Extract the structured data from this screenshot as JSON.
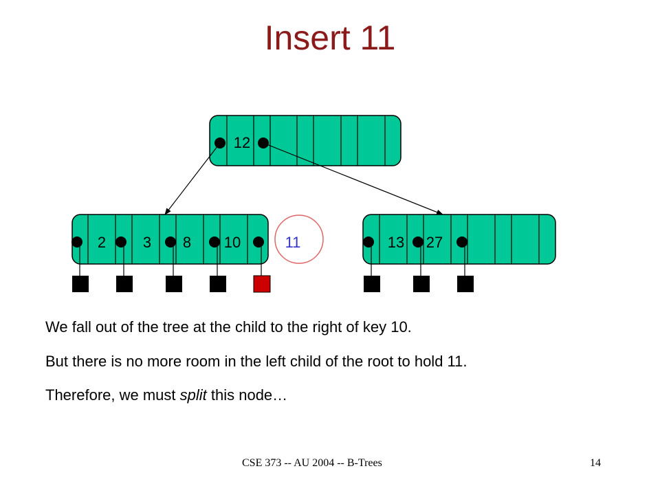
{
  "title": "Insert 11",
  "colors": {
    "node_fill": "#00c896",
    "title": "#8b1a1a",
    "new_key": "#3333cc",
    "highlight_leaf": "#cc0000",
    "circle": "#e06666"
  },
  "tree": {
    "root_keys": [
      "12"
    ],
    "left_child_keys": [
      "2",
      "3",
      "8",
      "10"
    ],
    "right_child_keys": [
      "13",
      "27"
    ],
    "new_key": "11"
  },
  "body": {
    "line1_prefix": "We fall out of the tree at the child to the right of key 10.",
    "line2": "But there is no more room in the left child of the root to hold 11.",
    "line3_before": "Therefore, we must ",
    "line3_italic": "split",
    "line3_after": " this node…"
  },
  "footer": {
    "course": "CSE 373   -- AU 2004 -- B-Trees",
    "page": "14"
  }
}
